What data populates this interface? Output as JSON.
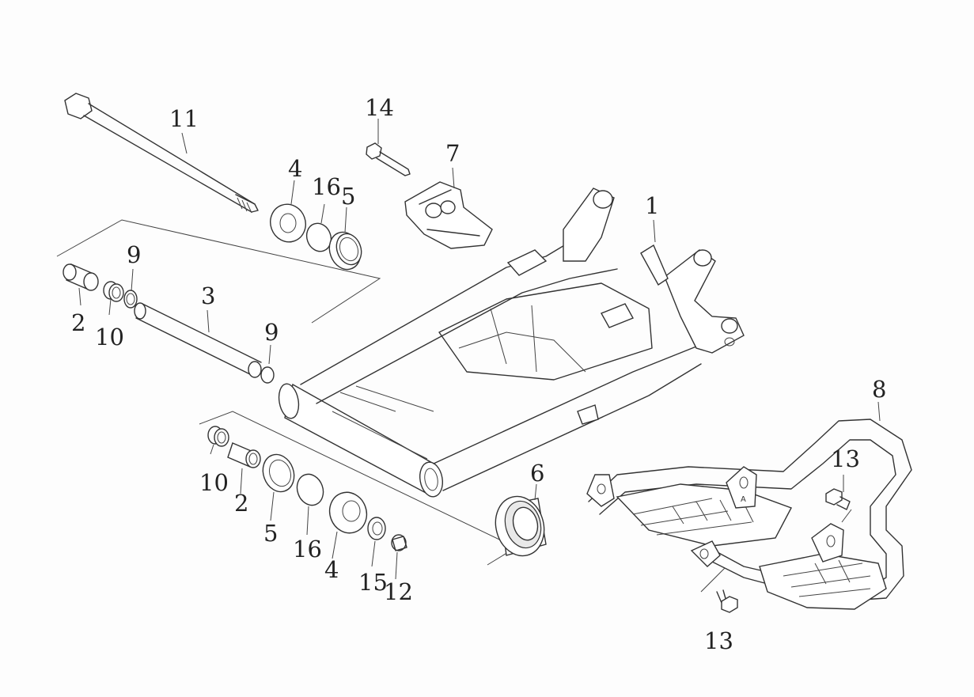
{
  "part_labels": [
    {
      "id": "1",
      "text": "1"
    },
    {
      "id": "2a",
      "text": "2"
    },
    {
      "id": "2b",
      "text": "2"
    },
    {
      "id": "3",
      "text": "3"
    },
    {
      "id": "4a",
      "text": "4"
    },
    {
      "id": "4b",
      "text": "4"
    },
    {
      "id": "5a",
      "text": "5"
    },
    {
      "id": "5b",
      "text": "5"
    },
    {
      "id": "6",
      "text": "6"
    },
    {
      "id": "7",
      "text": "7"
    },
    {
      "id": "8",
      "text": "8"
    },
    {
      "id": "9a",
      "text": "9"
    },
    {
      "id": "9b",
      "text": "9"
    },
    {
      "id": "10a",
      "text": "10"
    },
    {
      "id": "10b",
      "text": "10"
    },
    {
      "id": "11",
      "text": "11"
    },
    {
      "id": "12",
      "text": "12"
    },
    {
      "id": "13a",
      "text": "13"
    },
    {
      "id": "13b",
      "text": "13"
    },
    {
      "id": "14",
      "text": "14"
    },
    {
      "id": "15",
      "text": "15"
    },
    {
      "id": "16a",
      "text": "16"
    },
    {
      "id": "16b",
      "text": "16"
    }
  ],
  "mark_a": "A"
}
